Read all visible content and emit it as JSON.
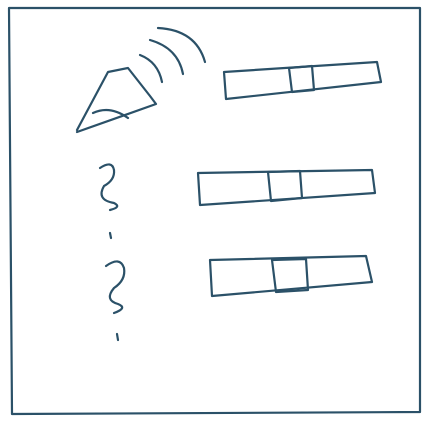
{
  "sketch": {
    "kind": "wireframe-mockup",
    "ink_color": "#2b5168",
    "background": "#ffffff",
    "header_icon": "wifi-signal-icon",
    "rows": [
      {
        "icon": "wifi-signal-icon",
        "control": "slider",
        "level": 0.44
      },
      {
        "icon": "question-mark-icon",
        "control": "slider",
        "level": 0.43
      },
      {
        "icon": "question-mark-icon",
        "control": "slider",
        "level": 0.46
      }
    ]
  }
}
